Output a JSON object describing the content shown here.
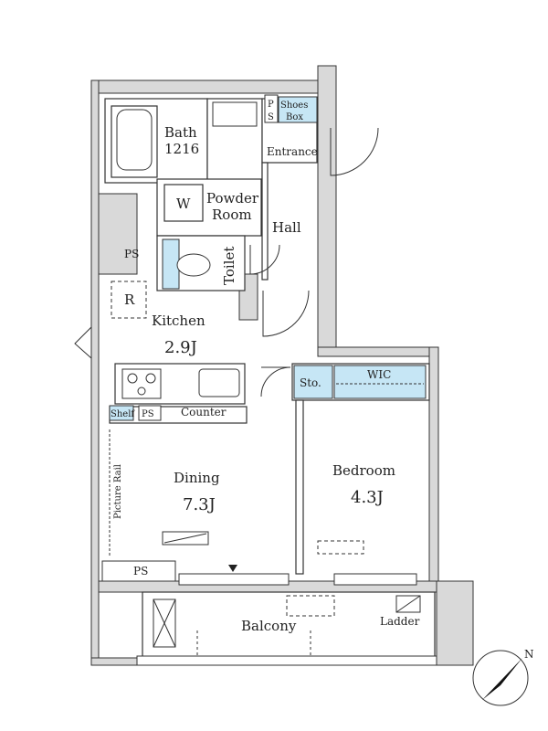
{
  "rooms": {
    "bath": "Bath",
    "bath_size": "1216",
    "shoes_box_1": "Shoes",
    "shoes_box_2": "Box",
    "ps_top": "P",
    "ps_top_2": "S",
    "entrance": "Entrance",
    "washer": "W",
    "powder_1": "Powder",
    "powder_2": "Room",
    "hall": "Hall",
    "ps_left": "PS",
    "toilet": "Toilet",
    "fridge": "R",
    "kitchen": "Kitchen",
    "kitchen_size": "2.9J",
    "storage": "Sto.",
    "wic": "WIC",
    "shelf": "Shelf",
    "ps_mid": "PS",
    "counter": "Counter",
    "picture_rail": "Picture Rail",
    "dining": "Dining",
    "dining_size": "7.3J",
    "bedroom": "Bedroom",
    "bedroom_size": "4.3J",
    "ps_bottom": "PS",
    "balcony": "Balcony",
    "ladder": "Ladder"
  },
  "compass": {
    "north": "N"
  },
  "colors": {
    "wall": "#d9d9d9",
    "outline": "#333333",
    "fixture": "#c6e6f5"
  }
}
